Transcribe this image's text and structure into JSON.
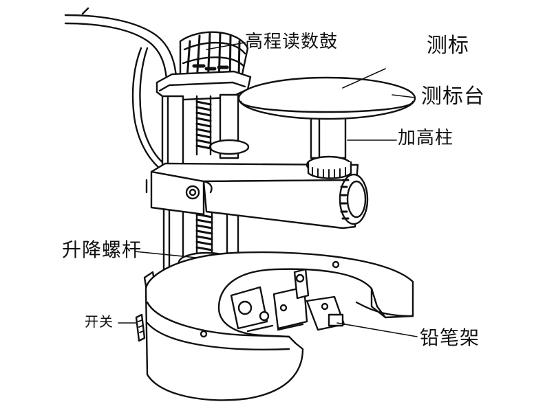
{
  "labels": {
    "reading_drum": "高程读数鼓",
    "target": "测标",
    "target_stage": "测标台",
    "extension_post": "加高柱",
    "lift_screw": "升降螺杆",
    "switch": "开关",
    "pencil_holder": "铅笔架"
  },
  "colors": {
    "ink": "#111111",
    "background": "#ffffff"
  }
}
